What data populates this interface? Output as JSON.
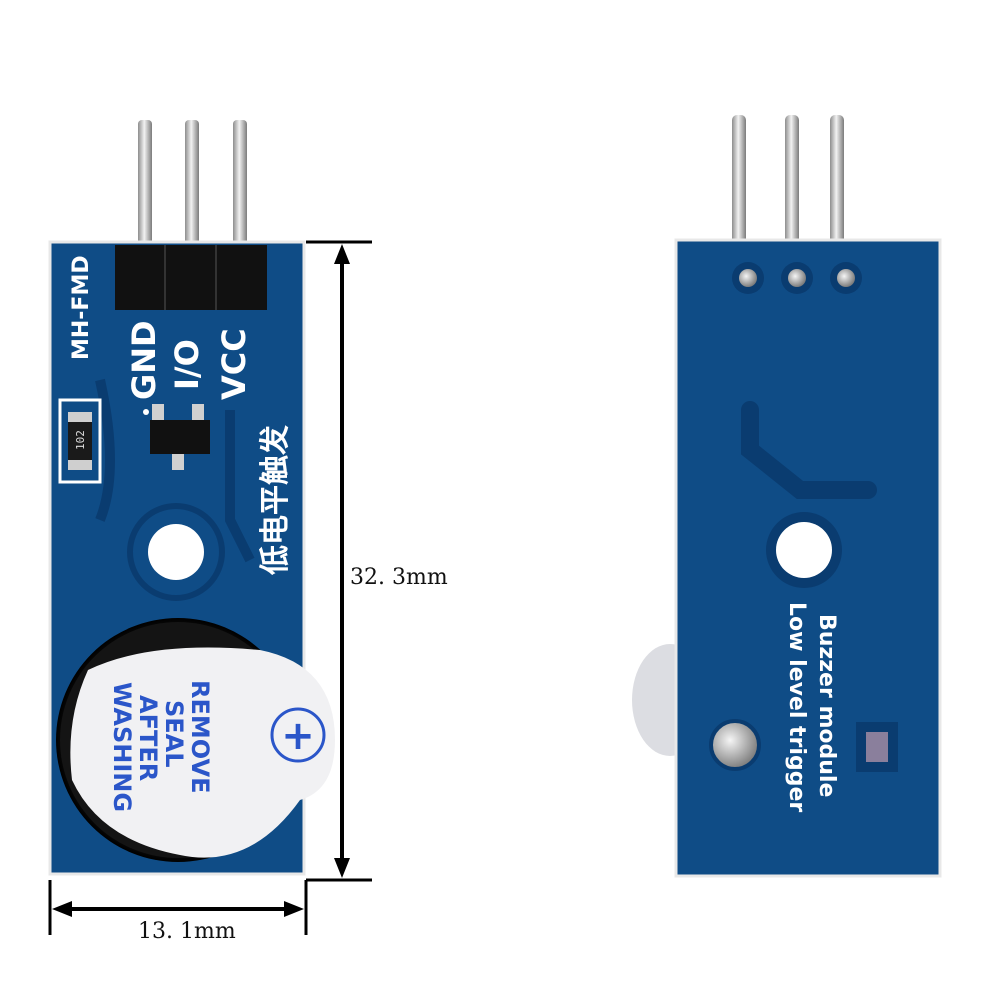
{
  "dimensions": {
    "height_label": "32. 3mm",
    "width_label": "13. 1mm"
  },
  "front": {
    "model_label": "MH-FMD",
    "pins": {
      "gnd": "GND",
      "io": "I/O",
      "vcc": "VCC"
    },
    "resistor_code": "102",
    "chinese_label": "低电平触发",
    "seal_lines": [
      "REMOVE",
      "SEAL",
      "AFTER",
      "WASHING"
    ],
    "seal_symbol": "+"
  },
  "back": {
    "title_line1": "Buzzer module",
    "title_line2": "Low level trigger"
  },
  "colors": {
    "pcb": "#0f4c86",
    "pcb_dark": "#0a3563",
    "silkscreen": "#ffffff",
    "seal_text": "#2b56c9",
    "pin_metal": "#c9c9c9"
  }
}
